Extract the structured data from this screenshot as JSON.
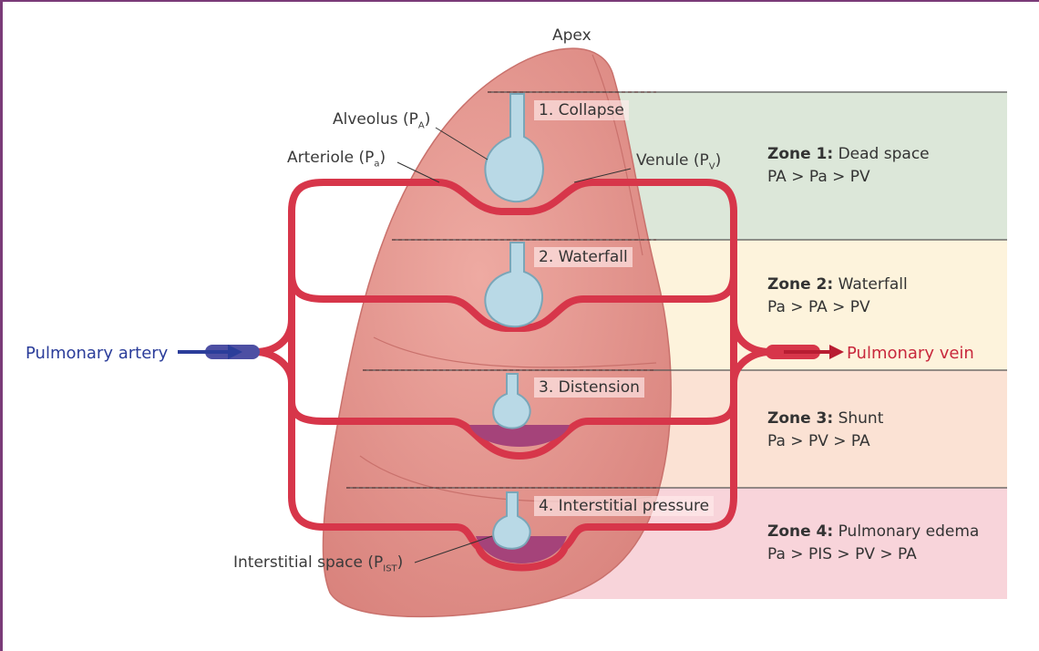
{
  "labels": {
    "apex": "Apex",
    "alveolus_main": "Alveolus (P",
    "alveolus_sub": "A",
    "arteriole_main": "Arteriole (P",
    "arteriole_sub": "a",
    "venule_main": "Venule (P",
    "venule_sub": "V",
    "interstitial_main": "Interstitial space (P",
    "interstitial_sub": "IST",
    "close_paren": ")",
    "pulmonary_artery": "Pulmonary artery",
    "pulmonary_vein": "Pulmonary vein"
  },
  "steps": [
    "1. Collapse",
    "2. Waterfall",
    "3. Distension",
    "4. Interstitial pressure"
  ],
  "zones": [
    {
      "title": "Zone 1:",
      "name": " Dead space",
      "formula": "PA > Pa > PV",
      "color": "#dce7d9"
    },
    {
      "title": "Zone 2:",
      "name": " Waterfall",
      "formula": "Pa > PA > PV",
      "color": "#fdf3dc"
    },
    {
      "title": "Zone 3:",
      "name": " Shunt",
      "formula": "Pa > PV > PA",
      "color": "#fbe2d4"
    },
    {
      "title": "Zone 4:",
      "name": " Pulmonary edema",
      "formula": "Pa > PIS > PV > PA",
      "color": "#f8d4da"
    }
  ],
  "colors": {
    "artery": "#4d4fa3",
    "vein": "#d7364a",
    "lung": "#e79a93",
    "alveolus": "#b9d9e6",
    "zone_line": "#555555"
  }
}
